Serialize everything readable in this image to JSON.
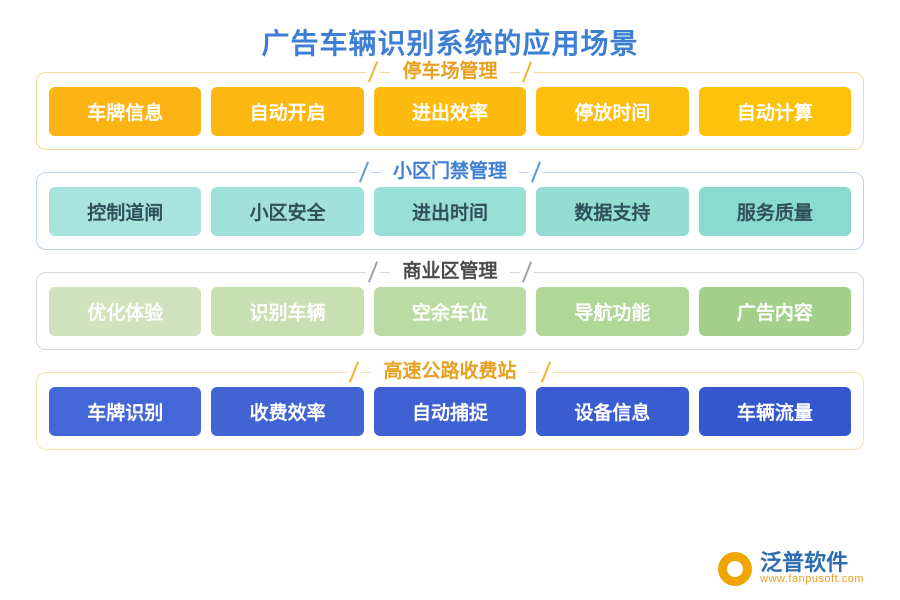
{
  "title": "广告车辆识别系统的应用场景",
  "sections": [
    {
      "name": "停车场管理",
      "items": [
        "车牌信息",
        "自动开启",
        "进出效率",
        "停放时间",
        "自动计算"
      ]
    },
    {
      "name": "小区门禁管理",
      "items": [
        "控制道闸",
        "小区安全",
        "进出时间",
        "数据支持",
        "服务质量"
      ]
    },
    {
      "name": "商业区管理",
      "items": [
        "优化体验",
        "识别车辆",
        "空余车位",
        "导航功能",
        "广告内容"
      ]
    },
    {
      "name": "高速公路收费站",
      "items": [
        "车牌识别",
        "收费效率",
        "自动捕捉",
        "设备信息",
        "车辆流量"
      ]
    }
  ],
  "logo": {
    "name": "泛普软件",
    "url": "www.fanpusoft.com"
  },
  "colors": {
    "title": "#3e7fd4",
    "section1": "#fdb913",
    "section2": "#9fe0d8",
    "section3": "#b5d99a",
    "section4": "#3f63d4",
    "logo_mark": "#f0a500"
  }
}
